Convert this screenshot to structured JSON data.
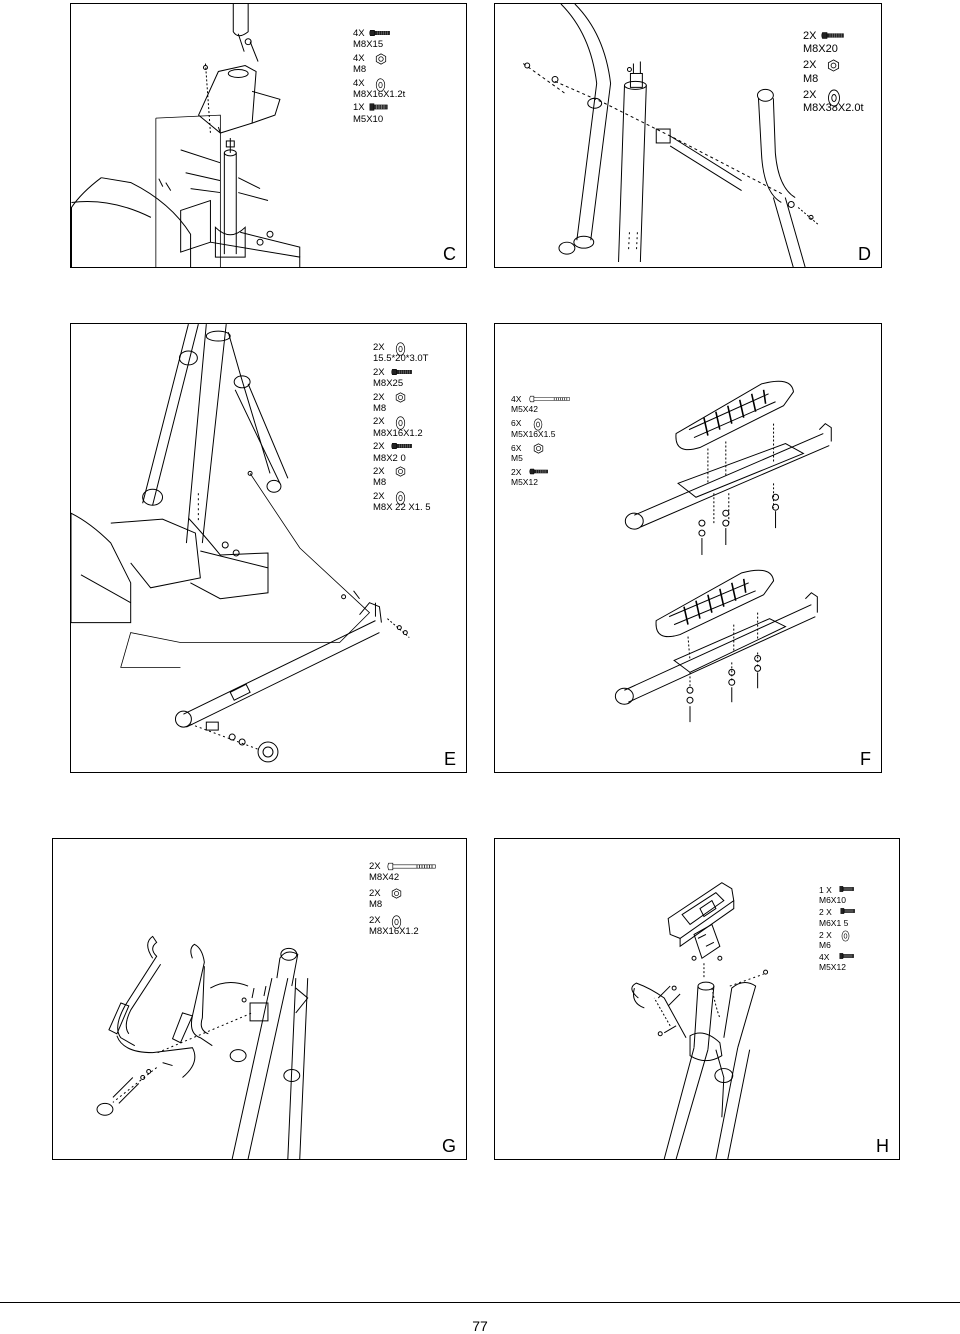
{
  "panels": {
    "C": {
      "label": "C",
      "parts": [
        {
          "qty": "4X",
          "spec": "M8X15",
          "icon": "bolt-icon"
        },
        {
          "qty": "4X",
          "spec": "M8",
          "icon": "nut-icon"
        },
        {
          "qty": "4X",
          "spec": "M8X16X1.2t",
          "icon": "washer-icon"
        },
        {
          "qty": "1X",
          "spec": "M5X10",
          "icon": "screw-icon"
        }
      ]
    },
    "D": {
      "label": "D",
      "parts": [
        {
          "qty": "2X",
          "spec": "M8X20",
          "icon": "bolt-icon"
        },
        {
          "qty": "2X",
          "spec": "M8",
          "icon": "nut-icon"
        },
        {
          "qty": "2X",
          "spec": "M8X38X2.0t",
          "icon": "washer-icon"
        }
      ]
    },
    "E": {
      "label": "E",
      "parts": [
        {
          "qty": "2X",
          "spec": "15.5*20*3.0T",
          "icon": "washer-icon"
        },
        {
          "qty": "2X",
          "spec": "M8X25",
          "icon": "bolt-icon"
        },
        {
          "qty": "2X",
          "spec": "M8",
          "icon": "nut-icon"
        },
        {
          "qty": "2X",
          "spec": "M8X16X1.2",
          "icon": "washer-icon"
        },
        {
          "qty": "2X",
          "spec": "M8X2 0",
          "icon": "bolt-icon"
        },
        {
          "qty": "2X",
          "spec": "M8",
          "icon": "nut-icon"
        },
        {
          "qty": "2X",
          "spec": "M8X 22 X1. 5",
          "icon": "washer-icon"
        }
      ]
    },
    "F": {
      "label": "F",
      "parts": [
        {
          "qty": "4X",
          "spec": "M5X42",
          "icon": "long-bolt-icon"
        },
        {
          "qty": "6X",
          "spec": "M5X16X1.5",
          "icon": "washer-icon"
        },
        {
          "qty": "6X",
          "spec": "M5",
          "icon": "nut-icon"
        },
        {
          "qty": "2X",
          "spec": "M5X12",
          "icon": "bolt-icon"
        }
      ]
    },
    "G": {
      "label": "G",
      "parts": [
        {
          "qty": "2X",
          "spec": "M8X42",
          "icon": "long-bolt-icon"
        },
        {
          "qty": "2X",
          "spec": "M8",
          "icon": "nut-icon"
        },
        {
          "qty": "2X",
          "spec": "M8X16X1.2",
          "icon": "washer-icon"
        }
      ]
    },
    "H": {
      "label": "H",
      "parts": [
        {
          "qty": "1 X",
          "spec": "M6X10",
          "icon": "screw-icon"
        },
        {
          "qty": "2 X",
          "spec": "M6X1 5",
          "icon": "screw-icon"
        },
        {
          "qty": "2 X",
          "spec": "M6",
          "icon": "washer-icon"
        },
        {
          "qty": "4X",
          "spec": "M5X12",
          "icon": "screw-icon"
        }
      ]
    }
  },
  "page": {
    "number": "77"
  }
}
